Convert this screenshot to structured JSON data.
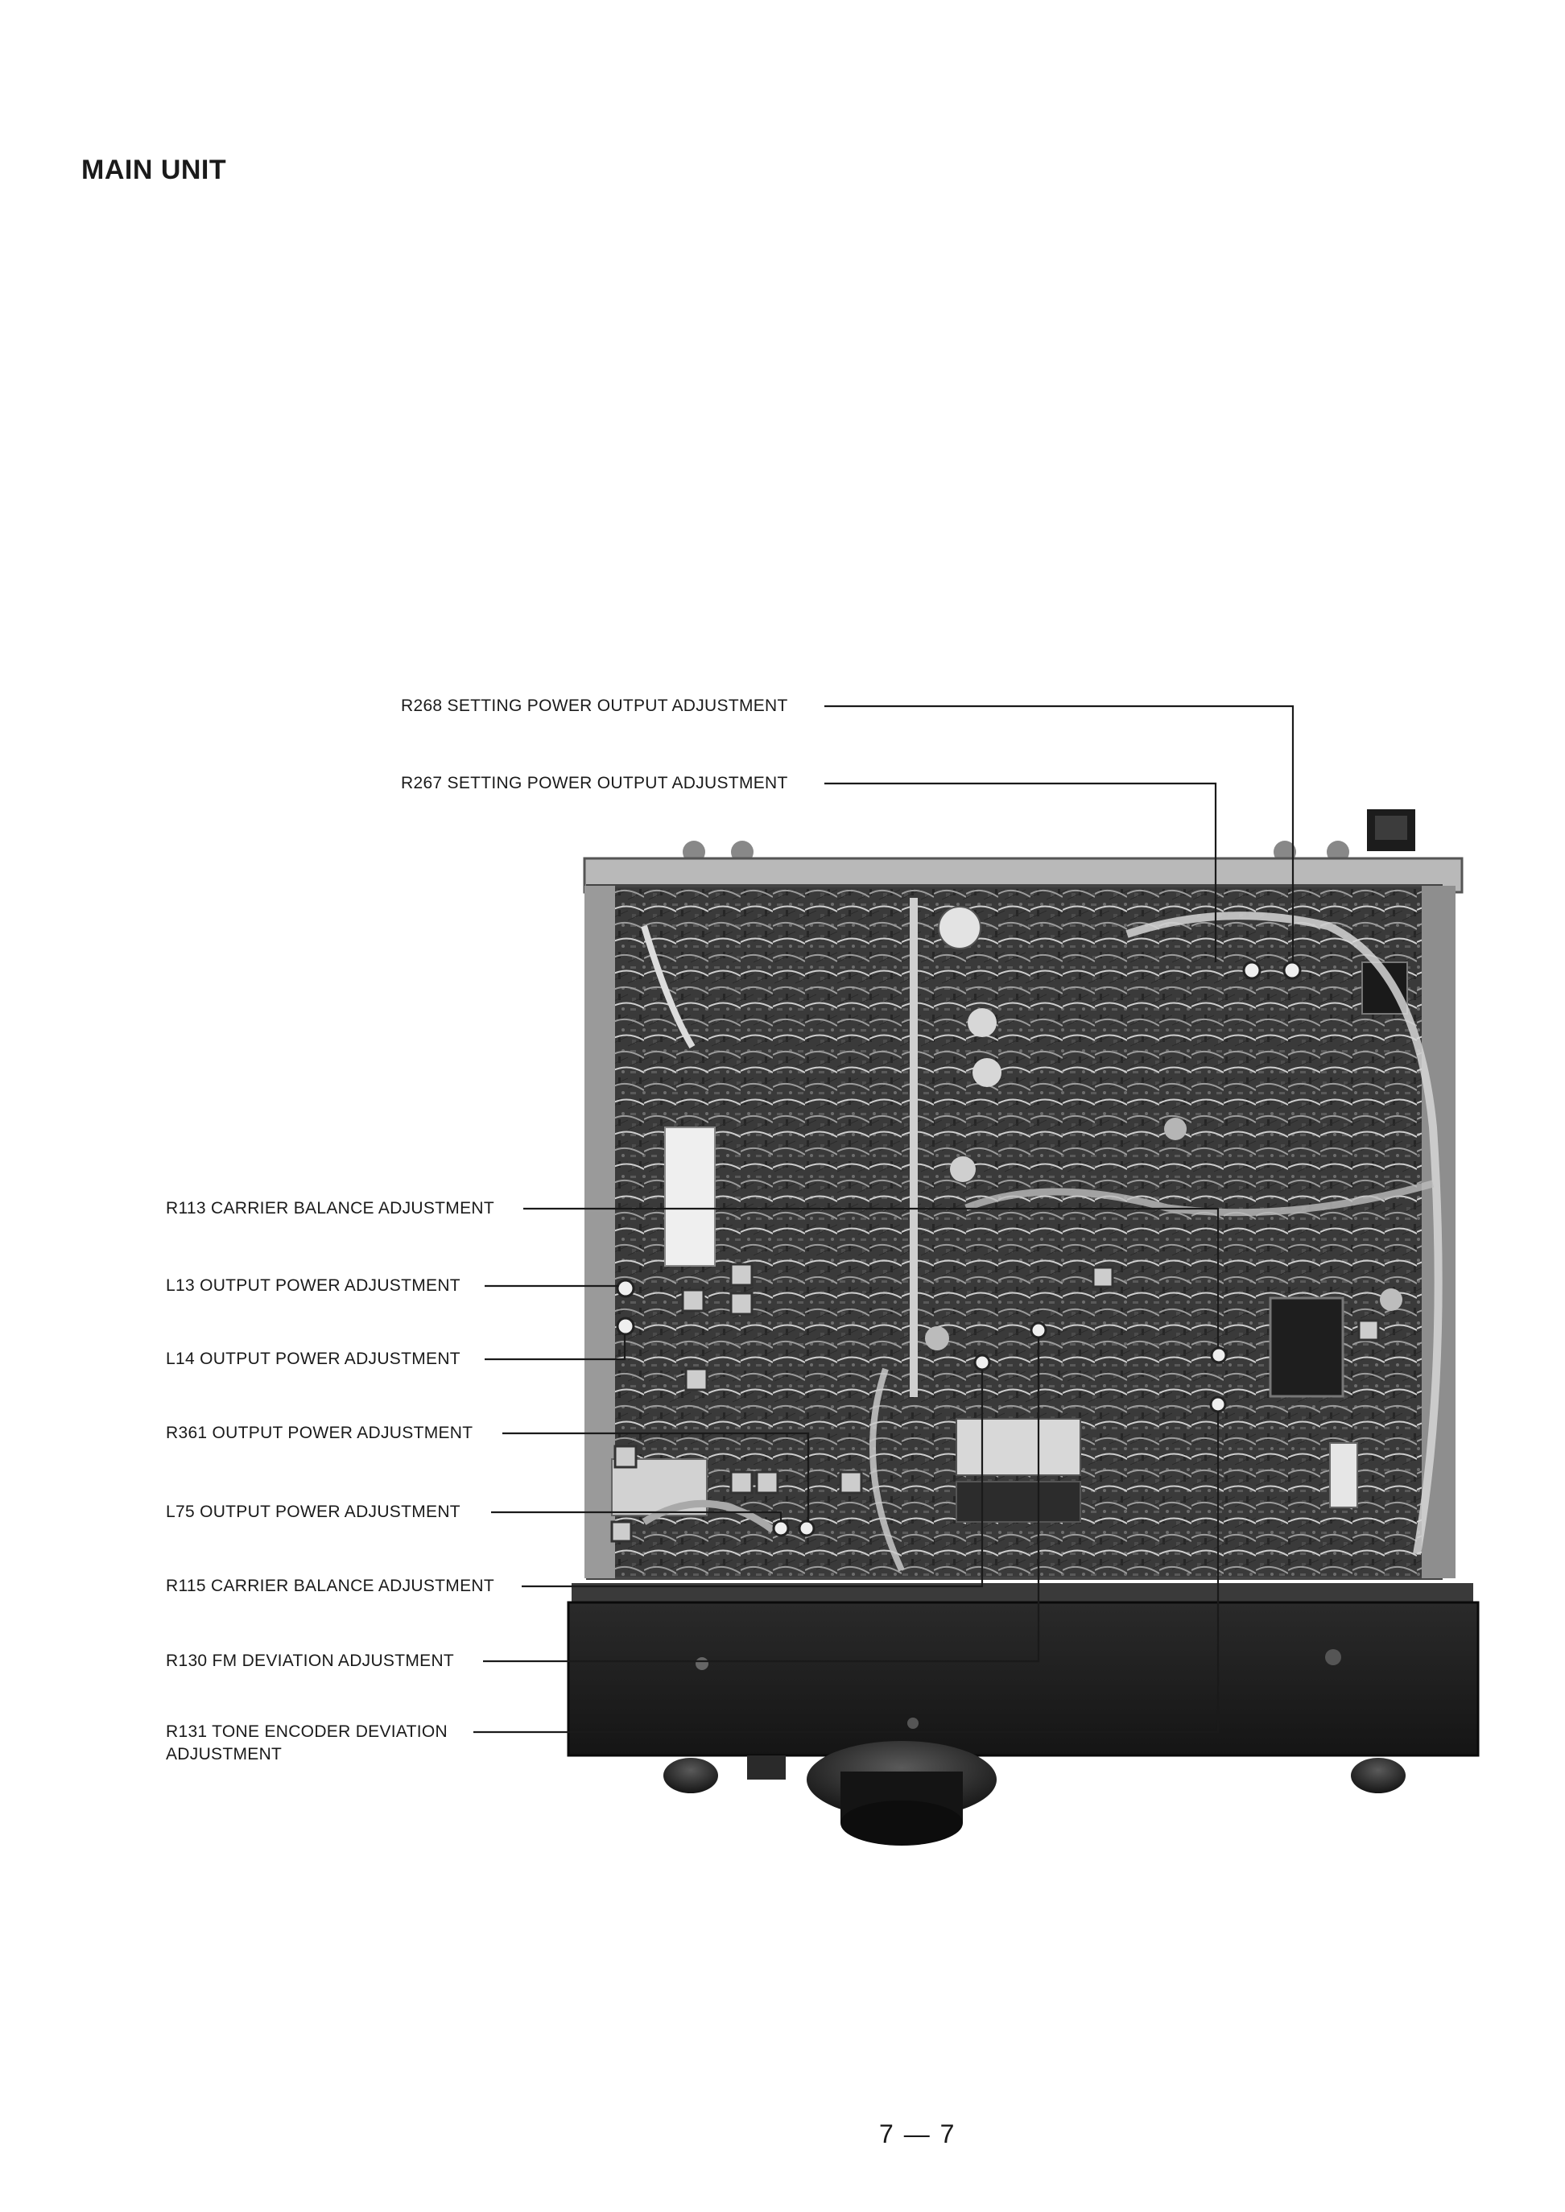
{
  "title": "MAIN UNIT",
  "callouts": [
    {
      "id": "r268",
      "lines": [
        "R268 SETTING POWER OUTPUT ADJUSTMENT"
      ]
    },
    {
      "id": "r267",
      "lines": [
        "R267 SETTING POWER OUTPUT ADJUSTMENT"
      ]
    },
    {
      "id": "r113",
      "lines": [
        "R113 CARRIER BALANCE ADJUSTMENT"
      ]
    },
    {
      "id": "l13",
      "lines": [
        "L13 OUTPUT POWER ADJUSTMENT"
      ]
    },
    {
      "id": "l14",
      "lines": [
        "L14 OUTPUT POWER ADJUSTMENT"
      ]
    },
    {
      "id": "r361",
      "lines": [
        "R361 OUTPUT POWER ADJUSTMENT"
      ]
    },
    {
      "id": "l75",
      "lines": [
        "L75 OUTPUT POWER ADJUSTMENT"
      ]
    },
    {
      "id": "r115",
      "lines": [
        "R115 CARRIER BALANCE ADJUSTMENT"
      ]
    },
    {
      "id": "r130",
      "lines": [
        "R130 FM DEVIATION ADJUSTMENT"
      ]
    },
    {
      "id": "r131",
      "lines": [
        "R131 TONE ENCODER DEVIATION",
        "ADJUSTMENT"
      ]
    }
  ],
  "page_number": "7 — 7"
}
